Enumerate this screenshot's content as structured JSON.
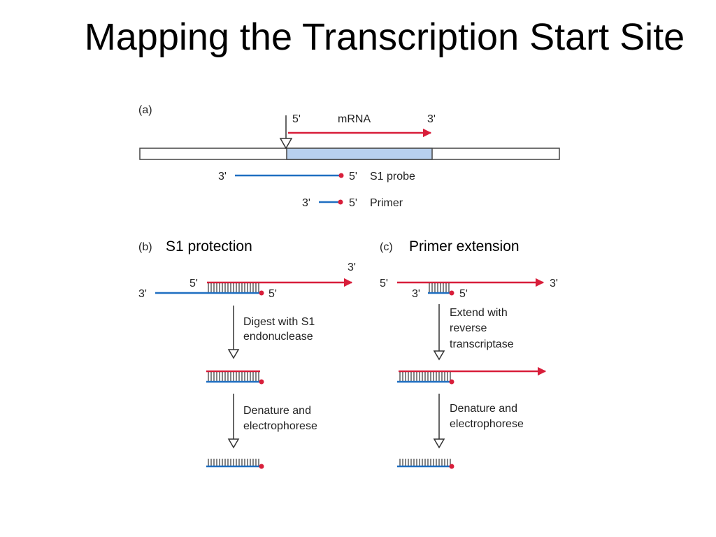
{
  "title": "Mapping the Transcription Start Site",
  "panel_a": {
    "letter": "(a)",
    "mrna_five": "5'",
    "mrna_label": "mRNA",
    "mrna_three": "3'",
    "probe_three": "3'",
    "probe_five": "5'",
    "probe_label": "S1 probe",
    "primer_three": "3'",
    "primer_five": "5'",
    "primer_label": "Primer"
  },
  "panel_b": {
    "letter": "(b)",
    "caption": "S1 protection",
    "rna_three": "3'",
    "rna_five": "5'",
    "probe_three": "3'",
    "probe_five": "5'",
    "step1_line1": "Digest with S1",
    "step1_line2": "endonuclease",
    "step2_line1": "Denature and",
    "step2_line2": "electrophorese"
  },
  "panel_c": {
    "letter": "(c)",
    "caption": "Primer extension",
    "rna_five": "5'",
    "rna_three": "3'",
    "primer_three": "3'",
    "primer_five": "5'",
    "step1_line1": "Extend with",
    "step1_line2": "reverse",
    "step1_line3": "transcriptase",
    "step2_line1": "Denature and",
    "step2_line2": "electrophorese"
  },
  "colors": {
    "rna_red": "#d81e3a",
    "dna_blue": "#1f6fc1",
    "transcribed_region": "#b8d0ee",
    "outline": "#333333"
  }
}
